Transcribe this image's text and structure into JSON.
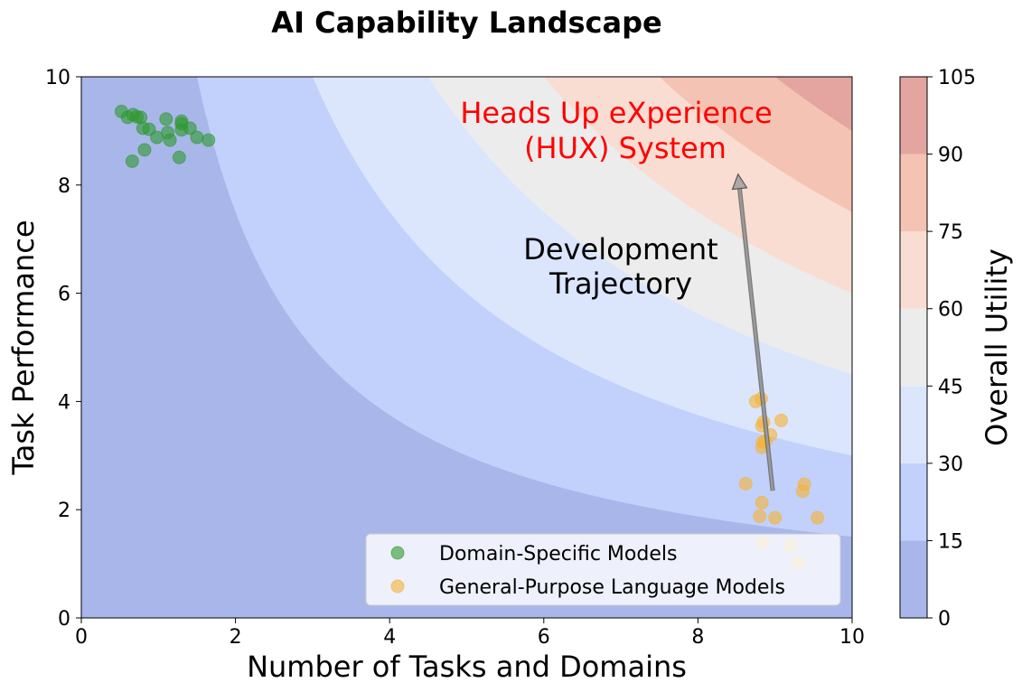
{
  "chart_data": {
    "type": "contour",
    "title": "AI Capability Landscape",
    "xlabel": "Number of Tasks and Domains",
    "ylabel": "Task Performance",
    "xlim": [
      0,
      10
    ],
    "ylim": [
      0,
      10
    ],
    "xticks": [
      "0",
      "2",
      "4",
      "6",
      "8",
      "10"
    ],
    "yticks": [
      "0",
      "2",
      "4",
      "6",
      "8",
      "10"
    ],
    "grid": false,
    "contour": {
      "function": "x * y",
      "levels": [
        0,
        15,
        30,
        45,
        60,
        75,
        90,
        105
      ],
      "colors": [
        "#a9b6ea",
        "#c2d1fb",
        "#dbe5fc",
        "#ececec",
        "#f9ddd3",
        "#f5c3b3",
        "#e4a5a0"
      ]
    },
    "colorbar": {
      "label": "Overall Utility",
      "ticks": [
        "0",
        "15",
        "30",
        "45",
        "60",
        "75",
        "90",
        "105"
      ]
    },
    "series": [
      {
        "name": "Domain-Specific Models",
        "color": "#2e9a2e",
        "x": [
          0.52,
          0.6,
          0.67,
          0.72,
          0.77,
          0.8,
          0.66,
          0.82,
          0.88,
          0.98,
          1.1,
          1.12,
          1.15,
          1.3,
          1.3,
          1.3,
          1.27,
          1.41,
          1.5,
          1.65
        ],
        "y": [
          9.36,
          9.25,
          9.3,
          9.26,
          9.25,
          9.05,
          8.44,
          8.65,
          9.03,
          8.88,
          9.22,
          8.97,
          8.83,
          9.18,
          9.13,
          9.02,
          8.51,
          9.05,
          8.88,
          8.83
        ]
      },
      {
        "name": "General-Purpose Language Models",
        "color": "#f5b335",
        "x": [
          8.75,
          8.82,
          8.85,
          8.83,
          8.84,
          8.87,
          8.83,
          8.94,
          9.08,
          8.62,
          8.83,
          9.38,
          9.36,
          8.8,
          9.0,
          9.55,
          8.84,
          9.2,
          9.3
        ],
        "y": [
          4.0,
          4.05,
          3.62,
          3.55,
          3.25,
          3.25,
          3.15,
          3.38,
          3.65,
          2.48,
          2.13,
          2.47,
          2.34,
          1.88,
          1.85,
          1.85,
          1.4,
          1.33,
          1.02
        ]
      }
    ],
    "legend": {
      "placement": "lower-right",
      "entries": [
        "Domain-Specific Models",
        "General-Purpose Language Models"
      ]
    },
    "annotations": {
      "arrow_label": "Development\nTrajectory",
      "arrow_from": [
        8.97,
        2.35
      ],
      "arrow_to": [
        8.52,
        8.2
      ],
      "target_label": "Heads Up eXperience\n(HUX) System",
      "target_color": "#ff0000"
    }
  }
}
